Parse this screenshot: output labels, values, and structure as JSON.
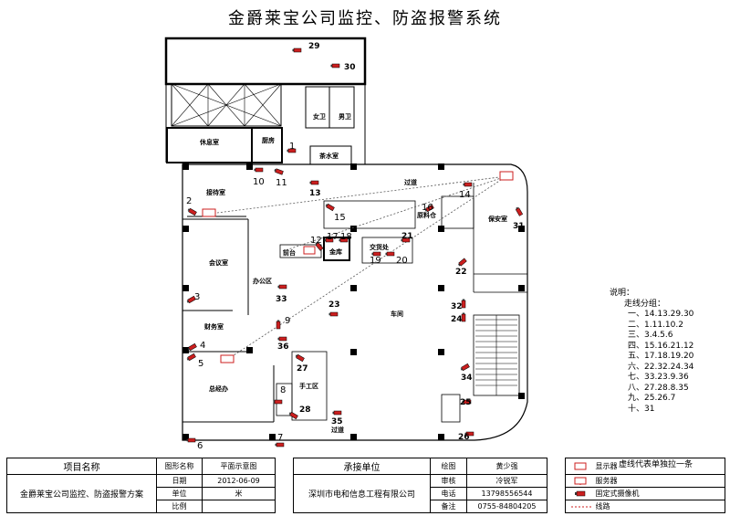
{
  "title": "金爵莱宝公司监控、防盗报警系统",
  "rooms": {
    "r29": "29",
    "r30": "30",
    "women_wc": "女卫",
    "men_wc": "男卫",
    "lounge": "休息室",
    "kitchen": "厨房",
    "tea": "茶水室",
    "reception": "接待室",
    "meeting": "会议室",
    "office_area": "办公区",
    "finance": "财务室",
    "gm_office": "总经办",
    "hall": "车间",
    "corridor_top": "过道",
    "corridor_bottom": "过道",
    "material": "原料仓",
    "front_desk": "前台",
    "vault": "金库",
    "exchange": "交货处",
    "security": "保安室",
    "hand_work": "手工区"
  },
  "cameras": [
    "29",
    "30",
    "1",
    "10",
    "11",
    "13",
    "14",
    "2",
    "15",
    "16",
    "17",
    "18",
    "12",
    "21",
    "19",
    "20",
    "31",
    "22",
    "3",
    "33",
    "23",
    "32",
    "24",
    "9",
    "36",
    "4",
    "5",
    "27",
    "34",
    "8",
    "28",
    "35",
    "25",
    "26",
    "6",
    "7"
  ],
  "notes": {
    "title": "说明：",
    "subtitle": "走线分组：",
    "routes": [
      "一、14.13.29.30",
      "二、1.11.10.2",
      "三、3.4.5.6",
      "四、15.16.21.12",
      "五、17.18.19.20",
      "六、22.32.24.34",
      "七、33.23.9.36",
      "八、27.28.8.35",
      "九、25.26.7",
      "十、31"
    ],
    "footer": "虚线代表单独拉一条"
  },
  "title_block": {
    "project_label": "项目名称",
    "project_value": "金爵莱宝公司监控、防盗报警方案",
    "drawing_name_label": "图形名称",
    "drawing_name_value": "平面示意图",
    "date_label": "日期",
    "date_value": "2012-06-09",
    "unit_label": "单位",
    "unit_value": "米",
    "scale_label": "比例",
    "scale_value": "",
    "contractor_label": "承接单位",
    "contractor_value": "深圳市电和信息工程有限公司",
    "drawn_label": "绘图",
    "drawn_value": "黄少强",
    "review_label": "审核",
    "review_value": "冷锐军",
    "phone_label": "电话",
    "phone_value": "13798556544",
    "remark_label": "备注",
    "remark_value": "0755-84804205",
    "legend": [
      {
        "icon": "monitor-icon",
        "label": "显示器"
      },
      {
        "icon": "server-icon",
        "label": "服务器"
      },
      {
        "icon": "camera-icon",
        "label": "固定式摄像机"
      },
      {
        "icon": "line-icon",
        "label": "线路"
      }
    ]
  },
  "colors": {
    "camera": "#cc1f1f",
    "route_line": "#666666",
    "wall": "#000000"
  }
}
